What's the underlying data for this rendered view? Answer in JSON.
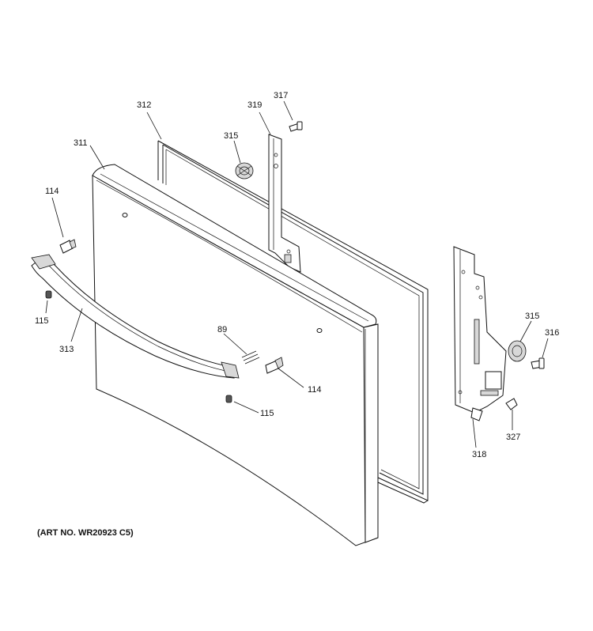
{
  "callouts": {
    "c311": "311",
    "c312": "312",
    "c319": "319",
    "c317": "317",
    "c315a": "315",
    "c114a": "114",
    "c115a": "115",
    "c313": "313",
    "c89": "89",
    "c114b": "114",
    "c115b": "115",
    "c315b": "315",
    "c316": "316",
    "c327": "327",
    "c318": "318"
  },
  "art_number": "(ART NO. WR20923 C5)"
}
